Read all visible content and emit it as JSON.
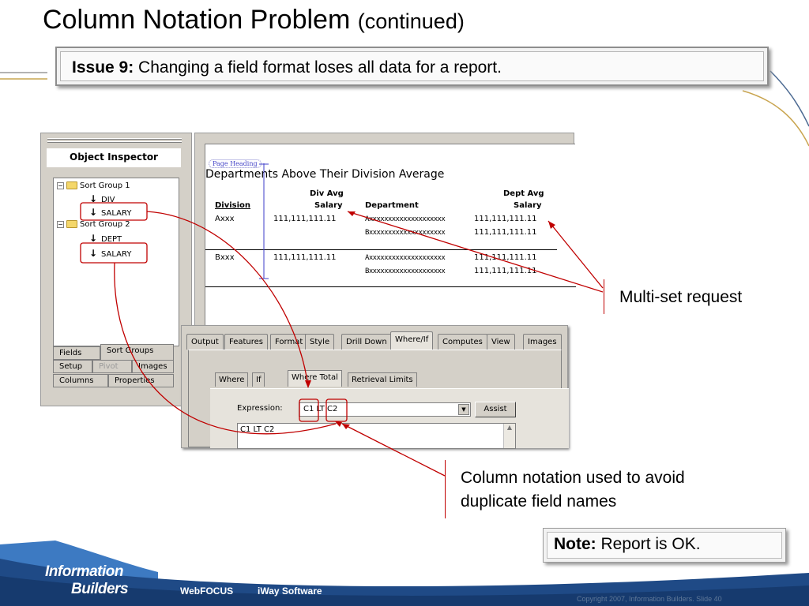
{
  "slide": {
    "title_main": "Column Notation Problem",
    "title_suffix": "(continued)",
    "issue_label": "Issue 9:",
    "issue_text": " Changing a field format loses all data for a report.",
    "callout_multiset": "Multi-set request",
    "callout_column_line1": "Column notation used to avoid",
    "callout_column_line2": "duplicate field names",
    "note_label": "Note:",
    "note_text": " Report is OK.",
    "accent_color": "#c00000"
  },
  "object_inspector": {
    "title": "Object Inspector",
    "tree": [
      {
        "label": "Sort Group 1",
        "icon": "folder-icon"
      },
      {
        "label": "DIV",
        "icon": "sort-arrow-icon"
      },
      {
        "label": "SALARY",
        "icon": "sort-arrow-icon"
      },
      {
        "label": "Sort Group 2",
        "icon": "folder-icon"
      },
      {
        "label": "DEPT",
        "icon": "sort-arrow-icon"
      },
      {
        "label": "SALARY",
        "icon": "sort-arrow-icon"
      }
    ],
    "tabs": [
      "Fields",
      "Sort Groups",
      "Setup",
      "Pivot",
      "Images",
      "Columns",
      "Properties"
    ]
  },
  "report": {
    "page_heading": "Page Heading",
    "title": "Departments Above Their Division Average",
    "headers": {
      "division": "Division",
      "div_avg_1": "Div Avg",
      "div_avg_2": "Salary",
      "department": "Department",
      "dept_avg_1": "Dept Avg",
      "dept_avg_2": "Salary"
    },
    "rows": [
      {
        "division": "Axxx",
        "div_avg": "111,111,111.11",
        "department": "Axxxxxxxxxxxxxxxxxxxx",
        "dept_avg": "111,111,111.11"
      },
      {
        "division": "",
        "div_avg": "",
        "department": "Bxxxxxxxxxxxxxxxxxxxx",
        "dept_avg": "111,111,111.11"
      },
      {
        "division": "Bxxx",
        "div_avg": "111,111,111.11",
        "department": "Axxxxxxxxxxxxxxxxxxxx",
        "dept_avg": "111,111,111.11"
      },
      {
        "division": "",
        "div_avg": "",
        "department": "Bxxxxxxxxxxxxxxxxxxxx",
        "dept_avg": "111,111,111.11"
      }
    ]
  },
  "dialog": {
    "tabs": [
      "Output",
      "Features",
      "Format",
      "Style",
      "Drill Down",
      "Where/If",
      "Computes",
      "View",
      "Images"
    ],
    "active_tab": "Where/If",
    "subtabs": [
      "Where",
      "If",
      "Where Total",
      "Retrieval Limits"
    ],
    "active_subtab": "Where Total",
    "expression_label": "Expression:",
    "expression_value": "C1 LT C2",
    "assist_label": "Assist",
    "expression_text": "C1 LT C2"
  },
  "footer": {
    "brand_line1": "Information",
    "brand_line2": "Builders",
    "link1": "WebFOCUS",
    "link2": "iWay Software",
    "copyright": "Copyright 2007, Information Builders. Slide 40"
  }
}
